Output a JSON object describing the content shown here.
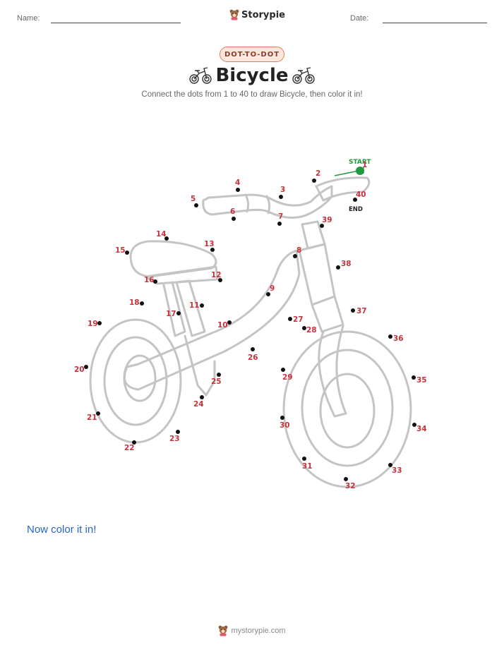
{
  "header": {
    "name_label": "Name:",
    "date_label": "Date:",
    "brand": "Storypie",
    "brand_icon": "bear-mascot-icon"
  },
  "badge": "DOT-TO-DOT",
  "title": "Bicycle",
  "title_icon": "bicycle-icon",
  "instructions": "Connect the dots from 1 to 40 to draw Bicycle, then color it in!",
  "start_label": "START",
  "end_label": "END",
  "prompt": "Now color it in!",
  "footer": "mystorypie.com",
  "colors": {
    "number": "#c8323c",
    "dot": "#111111",
    "start": "#1f9a3f",
    "outline": "#c4c4c4",
    "badge_border": "#e07a5f",
    "prompt": "#2a64c8"
  },
  "dots": [
    "1",
    "2",
    "3",
    "4",
    "5",
    "6",
    "7",
    "8",
    "9",
    "10",
    "11",
    "12",
    "13",
    "14",
    "15",
    "16",
    "17",
    "18",
    "19",
    "20",
    "21",
    "22",
    "23",
    "24",
    "25",
    "26",
    "27",
    "28",
    "29",
    "30",
    "31",
    "32",
    "33",
    "34",
    "35",
    "36",
    "37",
    "38",
    "39",
    "40"
  ]
}
